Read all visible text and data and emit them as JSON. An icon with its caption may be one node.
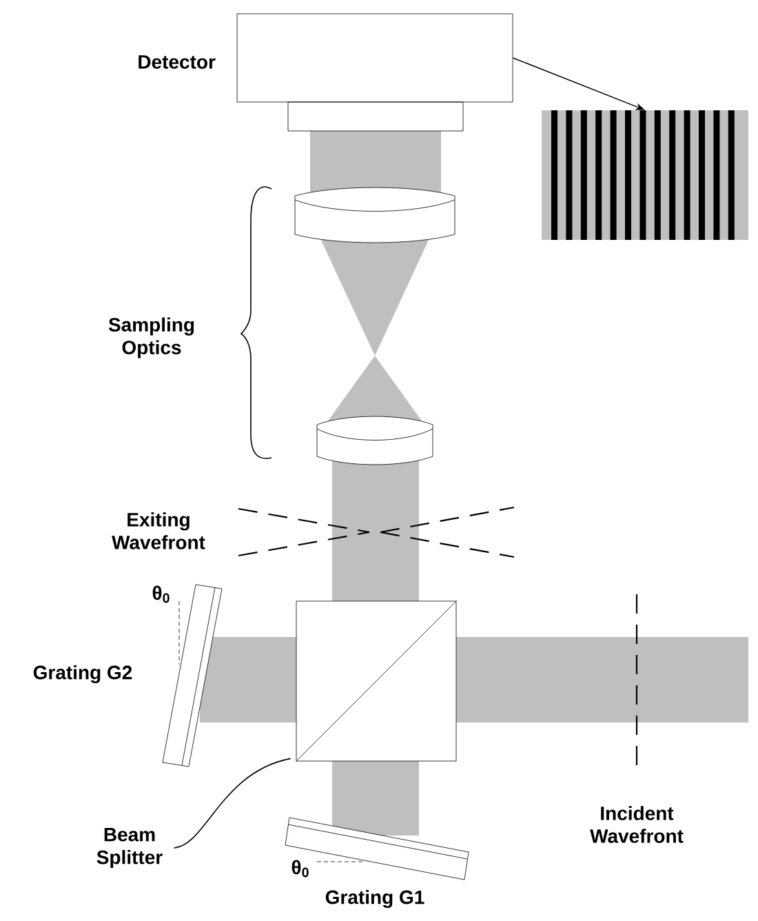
{
  "diagram": {
    "nodes": [
      {
        "text": [
          "Detector"
        ]
      },
      {
        "text": [],
        "shape": "picture"
      },
      {
        "text": [
          "Beam Splitter"
        ]
      },
      {
        "text": [],
        "shape": "box"
      }
    ],
    "edges": [
      {
        "from": 0,
        "to": 1,
        "arrow": "to"
      },
      {
        "from": 2,
        "to": 3,
        "arrow": "none"
      }
    ],
    "labels": [
      "Sampling Optics",
      "Exiting Wavefront",
      "θ$_{0}$",
      "Grating G2",
      "Incident Wavefront",
      "θ$_{0}$",
      "Grating G1"
    ]
  }
}
